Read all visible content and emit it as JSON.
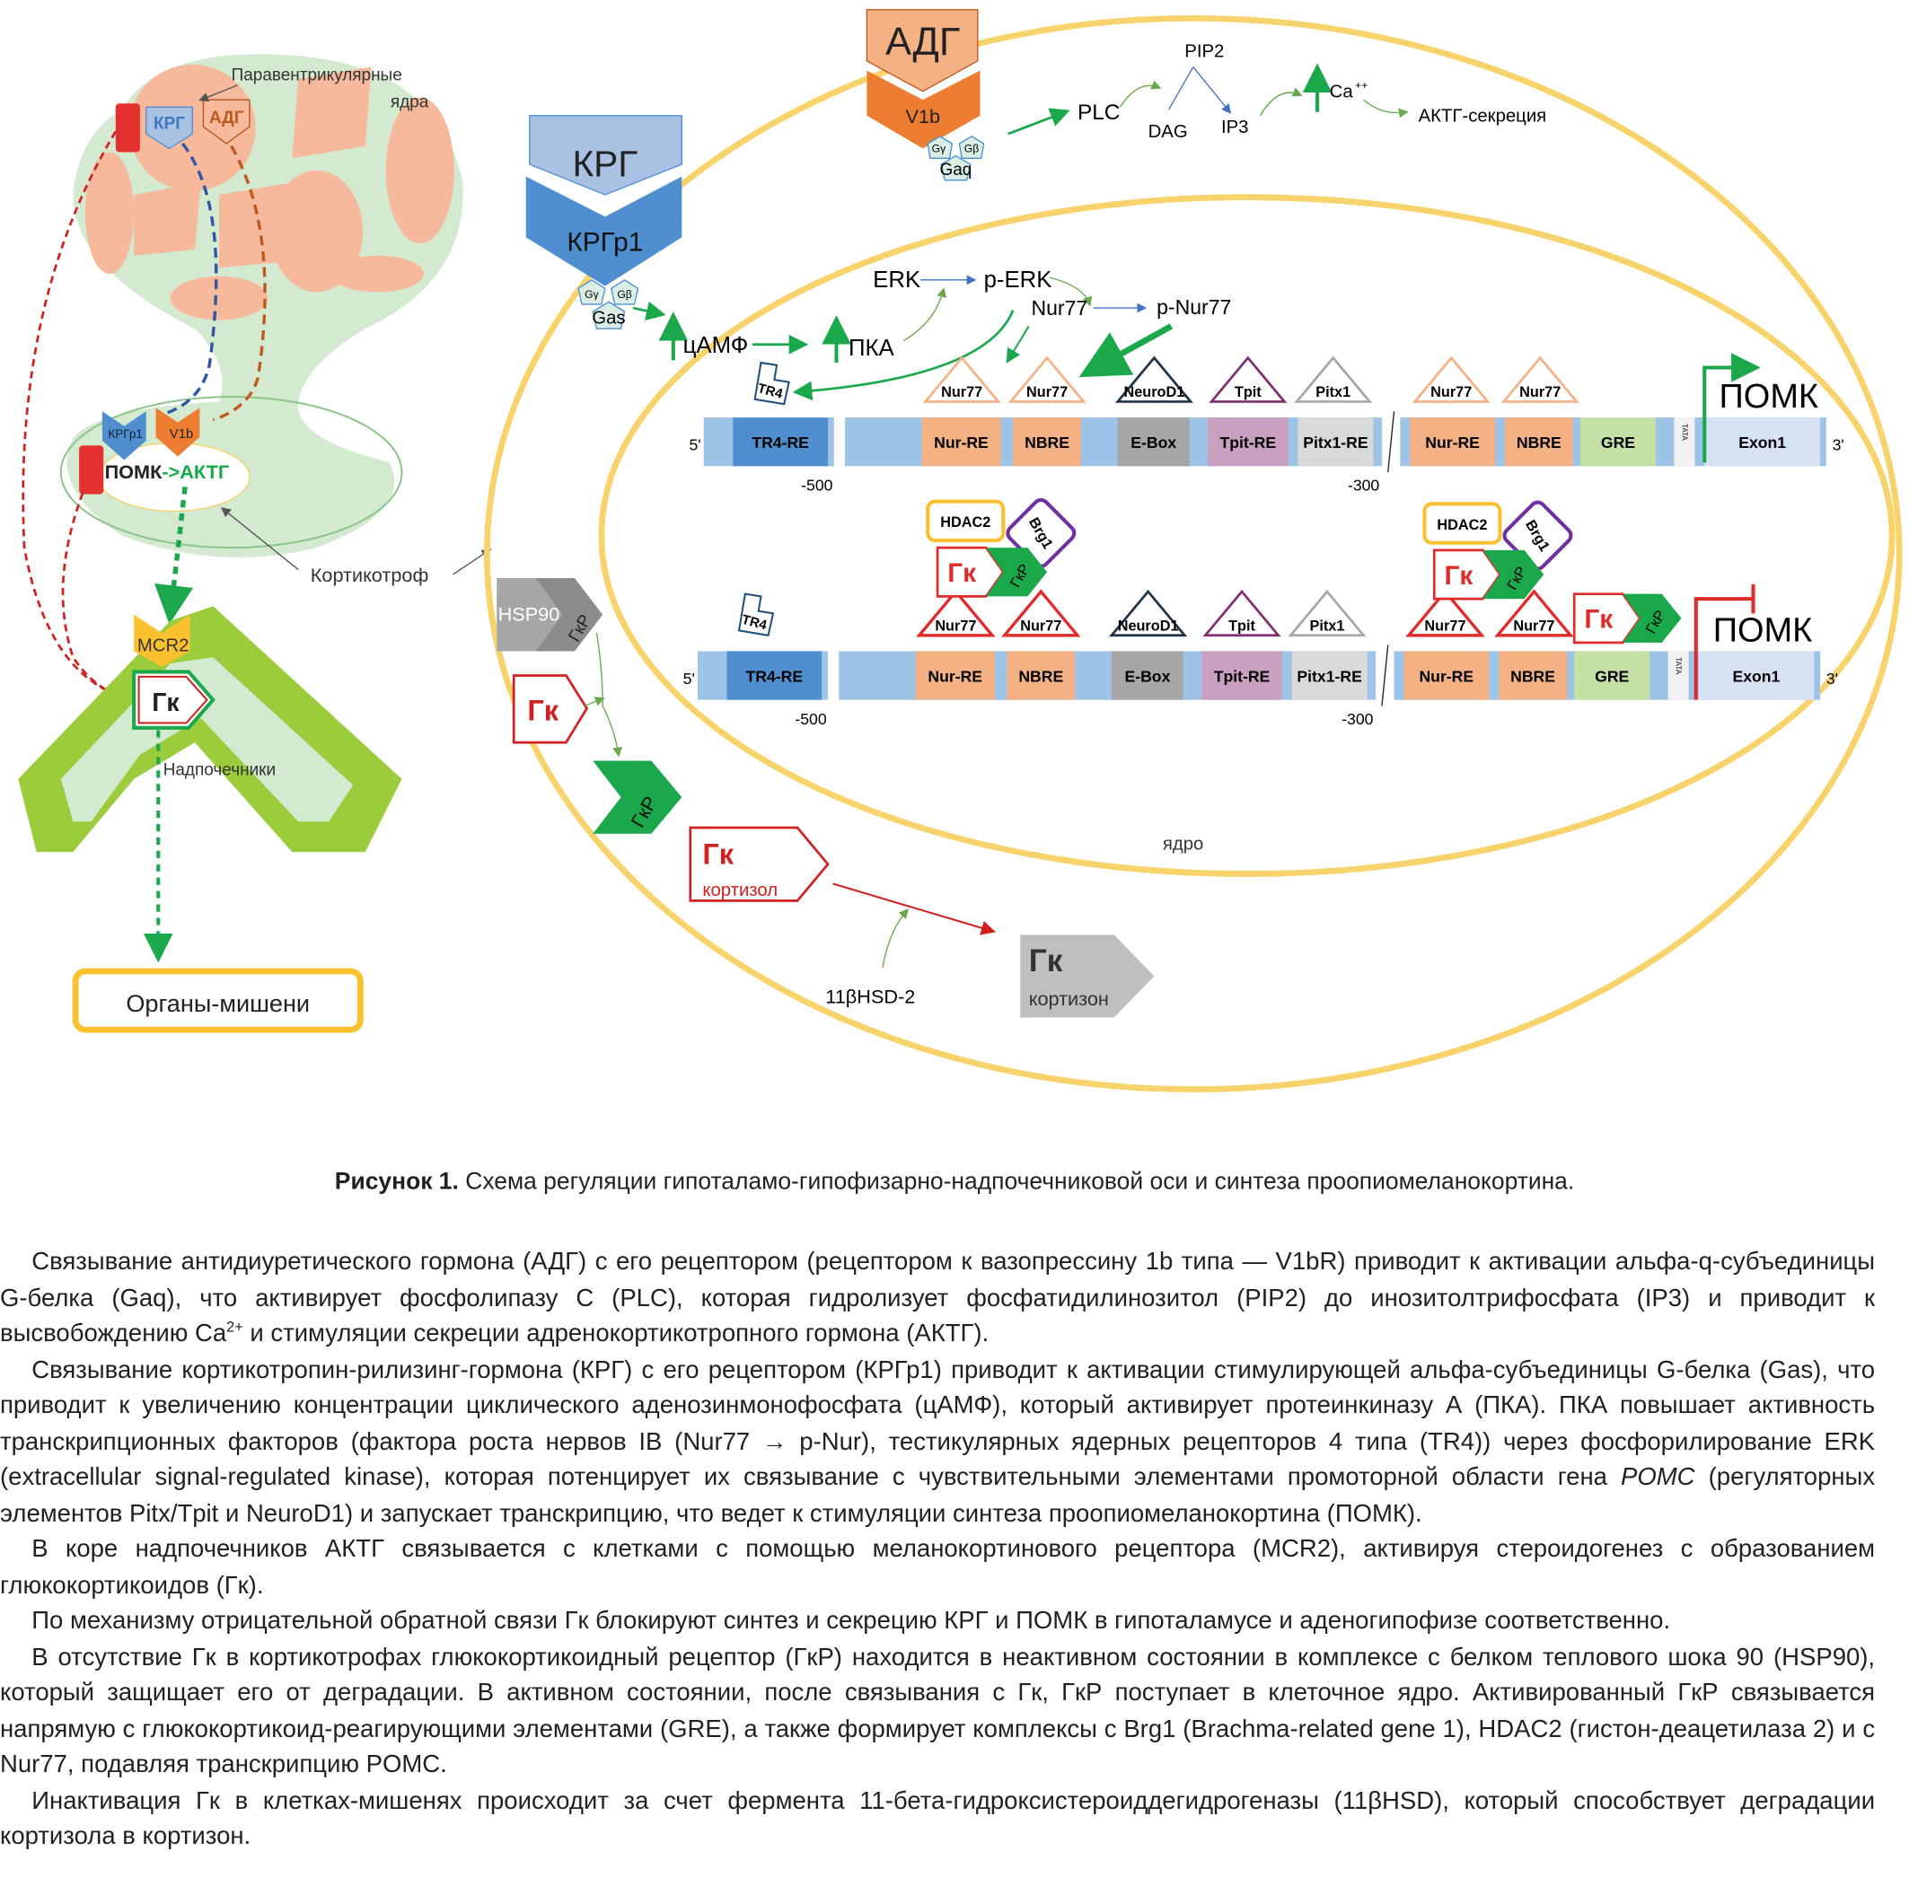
{
  "figure": {
    "brain": {
      "pvn_label_1": "Паравентрикулярные",
      "pvn_label_2": "ядра",
      "crh": "КРГ",
      "adh": "АДГ",
      "crhr1": "КРГр1",
      "v1b": "V1b",
      "pomc": "ПОМК",
      "acth": "->АКТГ",
      "corticotroph": "Кортикотроф"
    },
    "adrenal": {
      "mcr2": "MCR2",
      "gc": "Гк",
      "label": "Надпочечники",
      "target_organs": "Органы-мишени"
    },
    "cell": {
      "adh": "АДГ",
      "v1b": "V1b",
      "gy": "Gγ",
      "gb": "Gβ",
      "gaq": "Gaq",
      "gas": "Gas",
      "crh": "КРГ",
      "crhr1": "КРГр1",
      "plc": "PLC",
      "pip2": "PIP2",
      "dag": "DAG",
      "ip3": "IP3",
      "ca": "Ca",
      "ca_sup": "++",
      "acth_secretion": "АКТГ-секреция",
      "erk": "ERK",
      "p_erk": "p-ERK",
      "nur77": "Nur77",
      "p_nur77": "p-Nur77",
      "camp": "цАМФ",
      "pka": "ПКА",
      "tr4": "TR4",
      "hsp90": "HSP90",
      "gr": "ГкР",
      "gc": "Гк",
      "cortisol": "кортизол",
      "cortisone": "кортизон",
      "hsd": "11βHSD-2",
      "nucleus": "ядро"
    },
    "promoter": {
      "five_prime": "5'",
      "three_prime": "3'",
      "pos_500": "-500",
      "pos_300": "-300",
      "pomc": "ПОМК",
      "hdac2": "HDAC2",
      "brg1": "Brg1",
      "segments": [
        "TR4-RE",
        "Nur-RE",
        "NBRE",
        "E-Box",
        "Tpit-RE",
        "Pitx1-RE",
        "Nur-RE",
        "NBRE",
        "GRE",
        "TATA",
        "Exon1"
      ],
      "factors": [
        "Nur77",
        "Nur77",
        "NeuroD1",
        "Tpit",
        "Pitx1",
        "Nur77",
        "Nur77"
      ]
    },
    "colors": {
      "yellow_membrane": "#f8d26a",
      "green_arrow": "#1aa84b",
      "red": "#e02b2b",
      "crh_light": "#a9c2e4",
      "crh_dark": "#4f8fd0",
      "adh_light": "#f4b183",
      "adh_dark": "#ed7d31"
    }
  },
  "caption": {
    "label": "Рисунок 1.",
    "text": " Схема регуляции гипоталамо-гипофизарно-надпочечниковой оси и синтеза проопиомеланокортина."
  },
  "paragraphs": {
    "p1a": "Связывание антидиуретического гормона (АДГ) с его рецептором (рецептором к вазопрессину 1b типа — V1bR) приводит к активации альфа-q-субъединицы G-белка (Gaq), что активирует фосфолипазу C (PLC), которая гидролизует фосфатидилинозитол (PIP2) до инозитолтрифосфата (IP3) и приводит к высвобождению Ca",
    "p1sup": "2+",
    "p1b": " и стимуляции секреции адренокортикотропного гормона (АКТГ).",
    "p2a": "Связывание кортикотропин-рилизинг-гормона (КРГ) с его рецептором (КРГр1) приводит к активации стимулирующей альфа-субъединицы G-белка (Gas), что приводит к увеличению концентрации циклического аденозинмонофосфата (цАМФ), который активирует протеинкиназу А (ПКА). ПКА повышает активность транскрипционных факторов (фактора роста нервов IB (Nur77 → p-Nur), тестикулярных ядерных рецепторов 4 типа (TR4)) через фосфорилирование ERK (extracellular signal-regulated kinase), которая потенцирует их связывание с чувствительными элементами промоторной области гена ",
    "p2i": "POMC",
    "p2b": " (регуляторных элементов Pitx/Tpit и NeuroD1) и запускает транскрипцию, что ведет к стимуляции синтеза проопиомеланокортина (ПОМК).",
    "p3": "В коре надпочечников АКТГ связывается с клетками с помощью меланокортинового рецептора (MCR2), активируя стероидогенез с образованием глюкокортикоидов (Гк).",
    "p4": "По механизму отрицательной обратной связи Гк блокируют синтез и секрецию КРГ и ПОМК в гипоталамусе и аденогипофизе соответственно.",
    "p5": "В отсутствие Гк в кортикотрофах глюкокортикоидный рецептор (ГкР) находится в неактивном состоянии в комплексе с белком теплового шока 90 (HSP90), который защищает его от деградации. В активном состоянии, после связывания с Гк, ГкР поступает в клеточное ядро. Активированный ГкР связывается напрямую с глюкокортикоид-реагирующими элементами (GRE), а также формирует комплексы с Brg1 (Brachma-related gene 1), HDAC2 (гистон-деацетилаза 2) и с Nur77, подавляя транскрипцию POMC.",
    "p6": "Инактивация Гк в клетках-мишенях происходит за счет фермента 11-бета-гидроксистероиддегидрогеназы (11βHSD), который способствует деградации кортизола в кортизон."
  }
}
